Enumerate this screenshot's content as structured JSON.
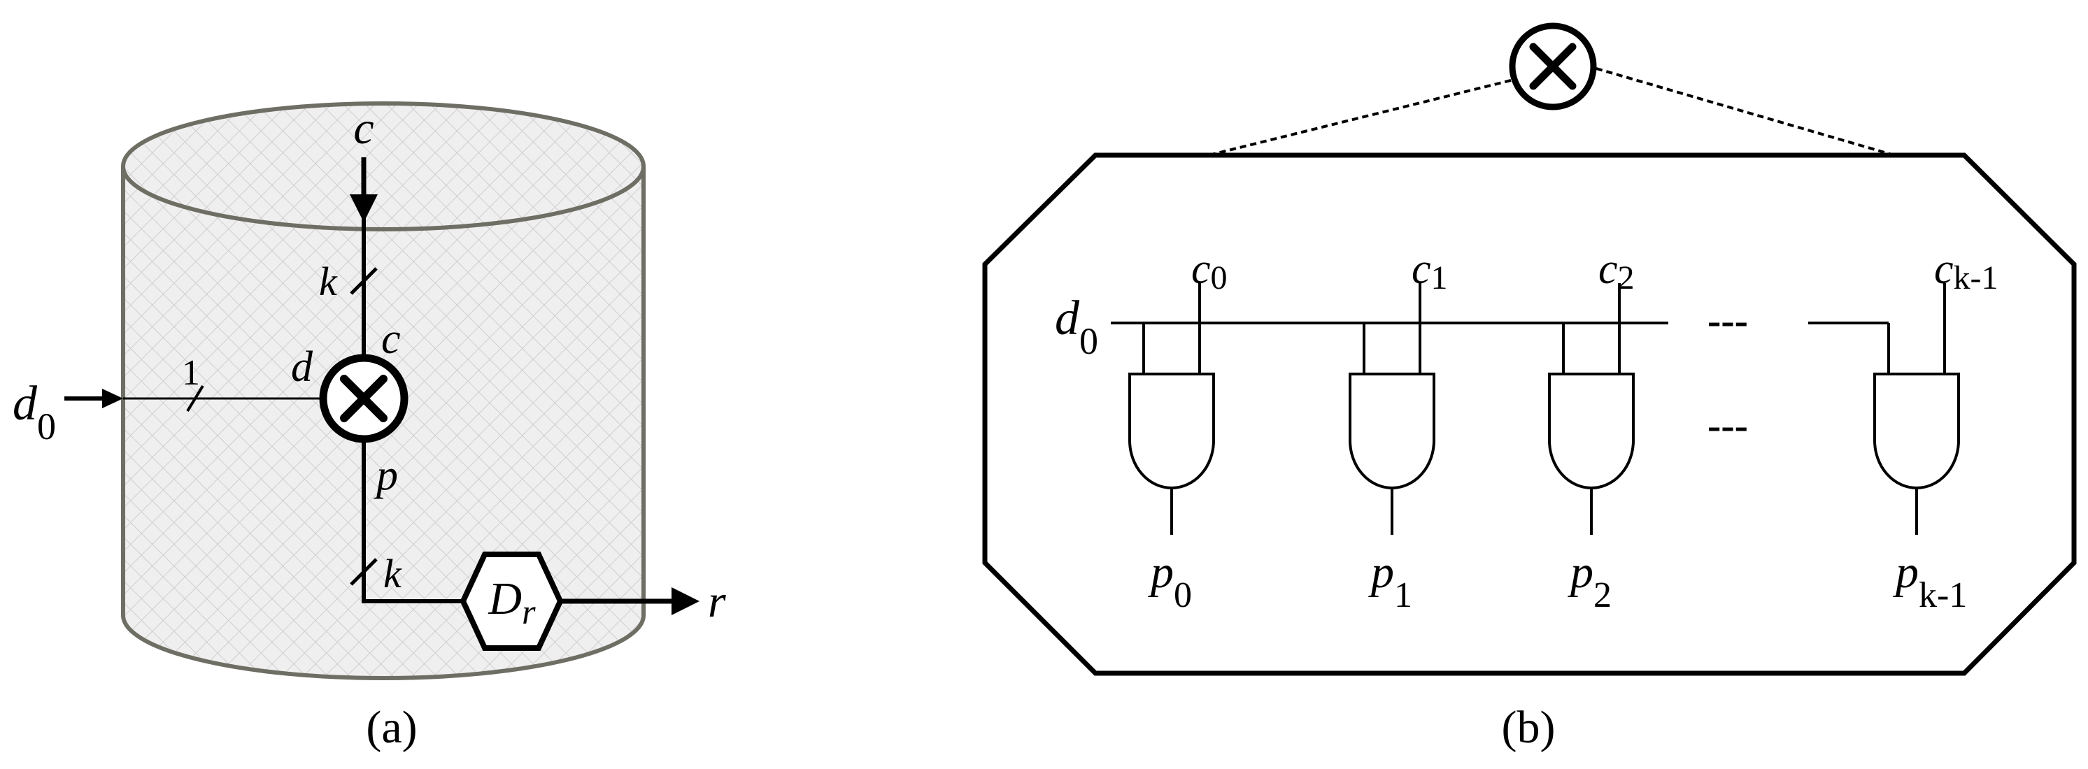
{
  "panel_a": {
    "caption": "(a)",
    "input_top": "c",
    "input_left_base": "d",
    "input_left_sub": "0",
    "bus_width_top": "k",
    "bus_width_left": "1",
    "bus_width_bottom": "k",
    "port_c": "c",
    "port_d": "d",
    "port_p": "p",
    "block_label_base": "D",
    "block_label_sub": "r",
    "output": "r",
    "cylinder_fill_color": "#e6e6e6",
    "cylinder_stroke_color": "#6e6e64",
    "multiplier_icon": "circle-times-icon"
  },
  "panel_b": {
    "caption": "(b)",
    "zoom_icon": "circle-times-icon",
    "input_base": "d",
    "input_sub": "0",
    "ellipsis_top": "---",
    "ellipsis_mid": "---",
    "gates": [
      {
        "c_base": "c",
        "c_sub": "0",
        "p_base": "p",
        "p_sub": "0"
      },
      {
        "c_base": "c",
        "c_sub": "1",
        "p_base": "p",
        "p_sub": "1"
      },
      {
        "c_base": "c",
        "c_sub": "2",
        "p_base": "p",
        "p_sub": "2"
      },
      {
        "c_base": "c",
        "c_sub": "k-1",
        "p_base": "p",
        "p_sub": "k-1"
      }
    ]
  }
}
